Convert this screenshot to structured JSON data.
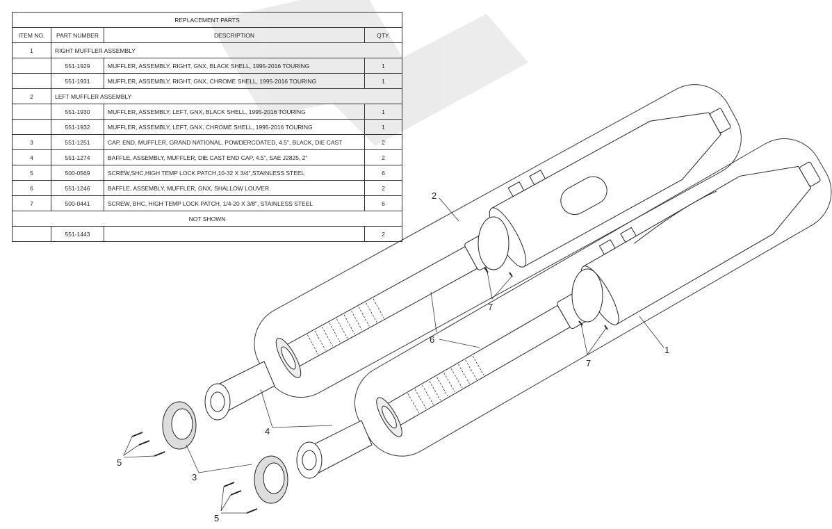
{
  "table": {
    "title": "REPLACEMENT PARTS",
    "headers": [
      "ITEM NO.",
      "PART NUMBER",
      "DESCRIPTION",
      "QTY."
    ],
    "rows": [
      {
        "item": "1",
        "group": "RIGHT MUFFLER ASSEMBLY"
      },
      {
        "part": "551-1929",
        "desc": "MUFFLER, ASSEMBLY, RIGHT, GNX, BLACK SHELL, 1995-2016 TOURING",
        "qty": "1"
      },
      {
        "part": "551-1931",
        "desc": "MUFFLER, ASSEMBLY, RIGHT, GNX, CHROME SHELL, 1995-2016 TOURING",
        "qty": "1"
      },
      {
        "item": "2",
        "group": "LEFT MUFFLER ASSEMBLY"
      },
      {
        "part": "551-1930",
        "desc": "MUFFLER, ASSEMBLY, LEFT, GNX, BLACK SHELL, 1995-2016 TOURING",
        "qty": "1"
      },
      {
        "part": "551-1932",
        "desc": "MUFFLER, ASSEMBLY, LEFT, GNX, CHROME SHELL, 1995-2016 TOURING",
        "qty": "1"
      },
      {
        "item": "3",
        "part": "551-1251",
        "desc": "CAP, END, MUFFLER, GRAND NATIONAL, POWDERCOATED, 4.5\", BLACK, DIE CAST",
        "qty": "2"
      },
      {
        "item": "4",
        "part": "551-1274",
        "desc": "BAFFLE, ASSEMBLY, MUFFLER, DIE CAST END CAP, 4.5\", SAE J2825, 2\"",
        "qty": "2"
      },
      {
        "item": "5",
        "part": "500-0569",
        "desc": "SCREW,SHC,HIGH TEMP LOCK PATCH,10-32 X 3/4\",STAINLESS STEEL",
        "qty": "6"
      },
      {
        "item": "6",
        "part": "551-1246",
        "desc": "BAFFLE, ASSEMBLY, MUFFLER, GNX, SHALLOW LOUVER",
        "qty": "2"
      },
      {
        "item": "7",
        "part": "500-0441",
        "desc": "SCREW, BHC, HIGH TEMP LOCK PATCH, 1/4-20 X 3/8\", STAINLESS STEEL",
        "qty": "6"
      }
    ],
    "not_shown_label": "NOT SHOWN",
    "not_shown_row": {
      "part": "551-1443",
      "qty": "2"
    }
  },
  "callouts": [
    "2",
    "7",
    "6",
    "1",
    "7",
    "4",
    "5",
    "3",
    "5"
  ]
}
